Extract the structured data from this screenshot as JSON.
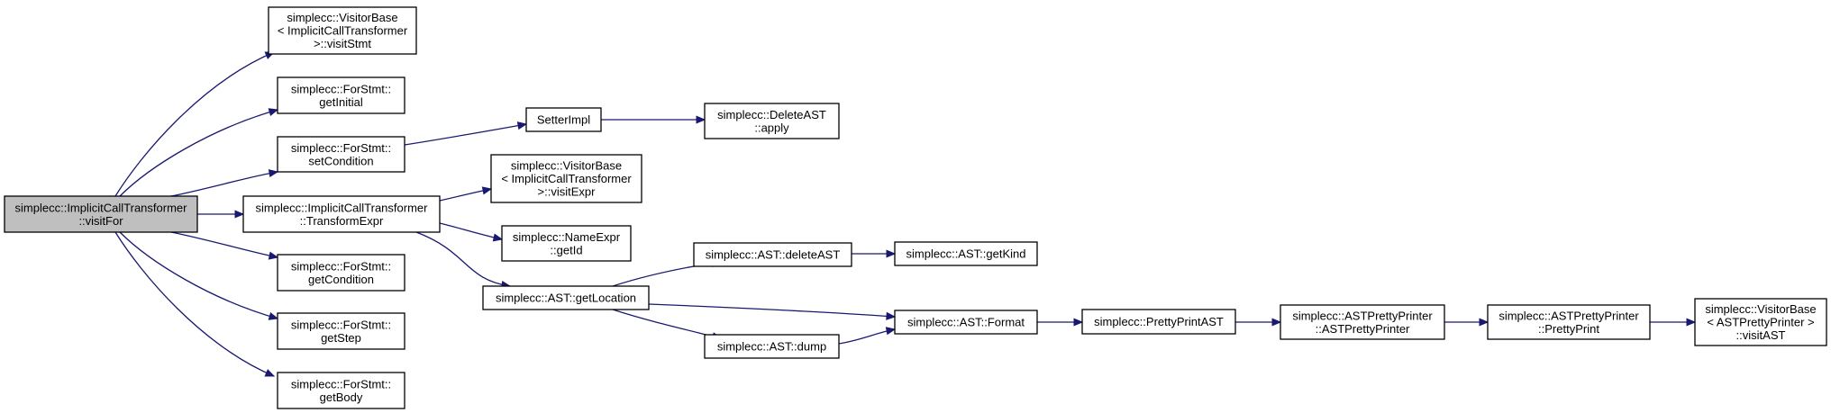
{
  "nodes": [
    {
      "id": "visitFor",
      "lines": [
        "simplecc::ImplicitCallTransformer",
        "::visitFor"
      ],
      "root": true
    },
    {
      "id": "visitStmt",
      "lines": [
        "simplecc::VisitorBase",
        "< ImplicitCallTransformer",
        " >::visitStmt"
      ]
    },
    {
      "id": "getInitial",
      "lines": [
        "simplecc::ForStmt::",
        "getInitial"
      ]
    },
    {
      "id": "setCondition",
      "lines": [
        "simplecc::ForStmt::",
        "setCondition"
      ]
    },
    {
      "id": "TransformExpr",
      "lines": [
        "simplecc::ImplicitCallTransformer",
        "::TransformExpr"
      ]
    },
    {
      "id": "getCondition",
      "lines": [
        "simplecc::ForStmt::",
        "getCondition"
      ]
    },
    {
      "id": "getStep",
      "lines": [
        "simplecc::ForStmt::",
        "getStep"
      ]
    },
    {
      "id": "getBody",
      "lines": [
        "simplecc::ForStmt::",
        "getBody"
      ]
    },
    {
      "id": "SetterImpl",
      "lines": [
        "SetterImpl"
      ]
    },
    {
      "id": "DeleteAST",
      "lines": [
        "simplecc::DeleteAST",
        "::apply"
      ]
    },
    {
      "id": "visitExpr",
      "lines": [
        "simplecc::VisitorBase",
        "< ImplicitCallTransformer",
        " >::visitExpr"
      ]
    },
    {
      "id": "getId",
      "lines": [
        "simplecc::NameExpr",
        "::getId"
      ]
    },
    {
      "id": "getLocation",
      "lines": [
        "simplecc::AST::getLocation"
      ]
    },
    {
      "id": "deleteAST",
      "lines": [
        "simplecc::AST::deleteAST"
      ]
    },
    {
      "id": "getKind",
      "lines": [
        "simplecc::AST::getKind"
      ]
    },
    {
      "id": "Format",
      "lines": [
        "simplecc::AST::Format"
      ]
    },
    {
      "id": "dump",
      "lines": [
        "simplecc::AST::dump"
      ]
    },
    {
      "id": "PrettyPrintAST",
      "lines": [
        "simplecc::PrettyPrintAST"
      ]
    },
    {
      "id": "ASTPrettyPrinterCtor",
      "lines": [
        "simplecc::ASTPrettyPrinter",
        "::ASTPrettyPrinter"
      ]
    },
    {
      "id": "PrettyPrint",
      "lines": [
        "simplecc::ASTPrettyPrinter",
        "::PrettyPrint"
      ]
    },
    {
      "id": "visitAST",
      "lines": [
        "simplecc::VisitorBase",
        "< ASTPrettyPrinter >",
        "::visitAST"
      ]
    }
  ],
  "edges": [
    [
      "visitFor",
      "visitStmt"
    ],
    [
      "visitFor",
      "getInitial"
    ],
    [
      "visitFor",
      "setCondition"
    ],
    [
      "visitFor",
      "TransformExpr"
    ],
    [
      "visitFor",
      "getCondition"
    ],
    [
      "visitFor",
      "getStep"
    ],
    [
      "visitFor",
      "getBody"
    ],
    [
      "setCondition",
      "SetterImpl"
    ],
    [
      "SetterImpl",
      "DeleteAST"
    ],
    [
      "TransformExpr",
      "visitExpr"
    ],
    [
      "TransformExpr",
      "getId"
    ],
    [
      "TransformExpr",
      "getLocation"
    ],
    [
      "getLocation",
      "deleteAST"
    ],
    [
      "getLocation",
      "Format"
    ],
    [
      "getLocation",
      "dump"
    ],
    [
      "deleteAST",
      "getKind"
    ],
    [
      "dump",
      "Format"
    ],
    [
      "Format",
      "PrettyPrintAST"
    ],
    [
      "PrettyPrintAST",
      "ASTPrettyPrinterCtor"
    ],
    [
      "ASTPrettyPrinterCtor",
      "PrettyPrint"
    ],
    [
      "PrettyPrint",
      "visitAST"
    ]
  ],
  "colors": {
    "edge": "#191970",
    "root_fill": "#bfbfbf",
    "node_fill": "#ffffff",
    "border": "#000000"
  }
}
